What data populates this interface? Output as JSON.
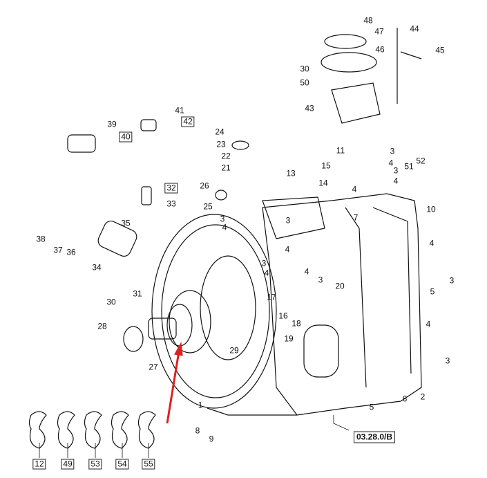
{
  "diagram": {
    "part_numbers": [
      "48",
      "47",
      "44",
      "46",
      "45",
      "30",
      "50",
      "43",
      "41",
      "42",
      "39",
      "40",
      "24",
      "23",
      "22",
      "21",
      "11",
      "15",
      "14",
      "13",
      "3",
      "4",
      "3",
      "4",
      "51",
      "52",
      "26",
      "25",
      "4",
      "10",
      "32",
      "33",
      "35",
      "38",
      "37",
      "36",
      "34",
      "3",
      "4",
      "3",
      "7",
      "4",
      "3",
      "4",
      "4",
      "3",
      "4",
      "3",
      "20",
      "5",
      "17",
      "16",
      "18",
      "19",
      "31",
      "30",
      "28",
      "27",
      "29",
      "4",
      "3",
      "1",
      "8",
      "9",
      "5",
      "6",
      "2"
    ],
    "boxed_numbers": [
      "42",
      "40",
      "32"
    ],
    "kit_labels": [
      "12",
      "49",
      "53",
      "54",
      "55"
    ],
    "reference": "03.28.0/B",
    "arrow_color": "#e02020"
  }
}
